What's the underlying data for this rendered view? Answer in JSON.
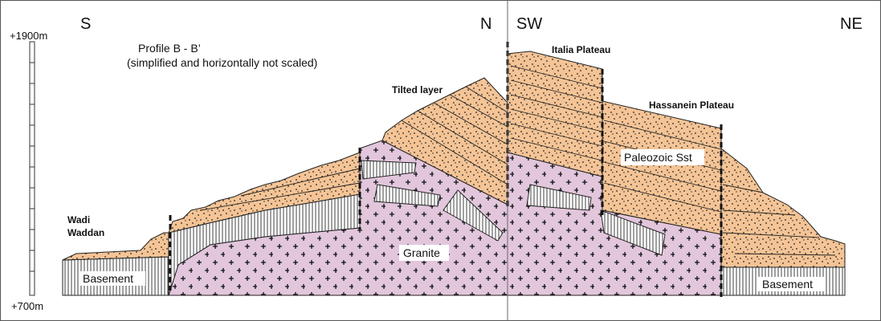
{
  "profile": {
    "title": "Profile B - B’",
    "subtitle": "(simplified and horizontally not scaled)"
  },
  "directions": {
    "left_start": "S",
    "left_end": "N",
    "right_start": "SW",
    "right_end": "NE"
  },
  "elevation_scale": {
    "top": "+1900m",
    "bottom": "+700m"
  },
  "labels": {
    "wadi": "Wadi",
    "waddan": "Waddan",
    "tilted_layer": "Tilted layer",
    "italia_plateau": "Italia Plateau",
    "hassanein_plateau": "Hassanein Plateau",
    "paleozoic": "Paleozoic Sst",
    "granite": "Granite",
    "basement_left": "Basement",
    "basement_right": "Basement"
  },
  "colors": {
    "sandstone": "#f4c496",
    "granite": "#e2c6dc",
    "basement": "#ffffff",
    "outline": "#222222"
  }
}
